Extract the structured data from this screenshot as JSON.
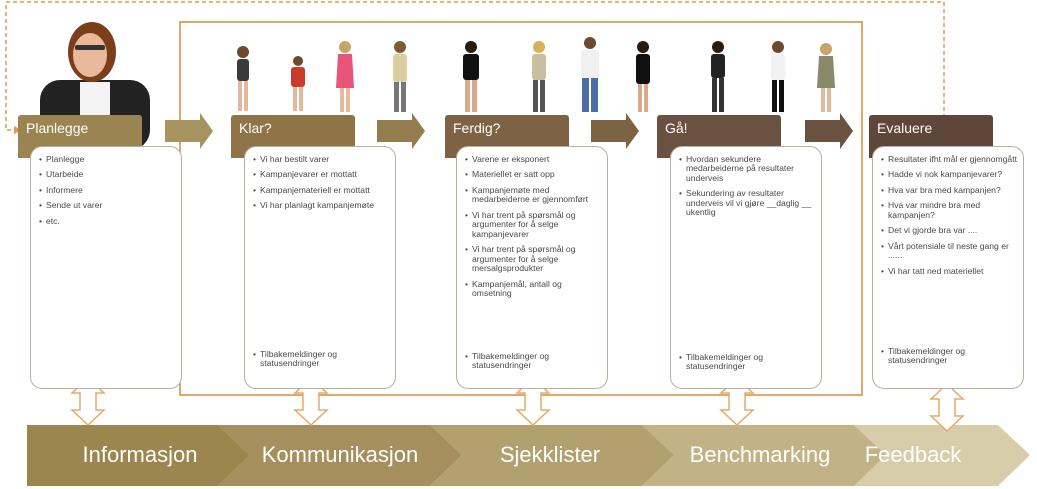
{
  "colors": {
    "header_1": "#9a8452",
    "header_2": "#8f7447",
    "header_3": "#7d6343",
    "header_4": "#6b5240",
    "header_5": "#5e4638",
    "frame": "#d48a3c",
    "banner": "#b9a773"
  },
  "phases": [
    {
      "title": "Planlegge",
      "items": [
        "Planlegge",
        "Utarbeide",
        "Informere",
        "Sende ut varer",
        "etc."
      ],
      "footer": []
    },
    {
      "title": "Klar?",
      "items": [
        "Vi har bestilt varer",
        "Kampanjevarer er mottatt",
        "Kampanjemateriell er mottatt",
        "Vi har planlagt kampanjemøte"
      ],
      "footer": [
        "Tilbakemeldinger og statusendringer"
      ]
    },
    {
      "title": "Ferdig?",
      "items": [
        "Varene er eksponert",
        "Materiellet er satt opp",
        "Kampanjemøte med medarbeiderne er gjennomført",
        "Vi har trent på spørsmål og argumenter for å selge kampanjevarer",
        "Vi har trent på spørsmål og argumenter for å selge mersalgsprodukter",
        "Kampanjemål, antall og omsetning"
      ],
      "footer": [
        "Tilbakemeldinger og statusendringer"
      ]
    },
    {
      "title": "Gå!",
      "items": [
        "Hvordan sekundere medarbeiderne på resultater underveis",
        "Sekundering av resultater underveis vil vi gjøre __daglig __ ukentlig"
      ],
      "footer": [
        "Tilbakemeldinger og statusendringer"
      ]
    },
    {
      "title": "Evaluere",
      "items": [
        "Resultater ifht mål er gjennomgått",
        "Hadde vi nok kampanjevarer?",
        "Hva var bra med kampanjen?",
        "Hva var mindre bra med kampanjen?",
        "Det vi gjorde bra var ....",
        "Vårt potensiale til neste gang er ......",
        "Vi har tatt ned materiellet"
      ],
      "footer": [
        "Tilbakemeldinger og statusendringer"
      ]
    }
  ],
  "banner": [
    "Informasjon",
    "Kommunikasjon",
    "Sjekklister",
    "Benchmarking",
    "Feedback"
  ]
}
